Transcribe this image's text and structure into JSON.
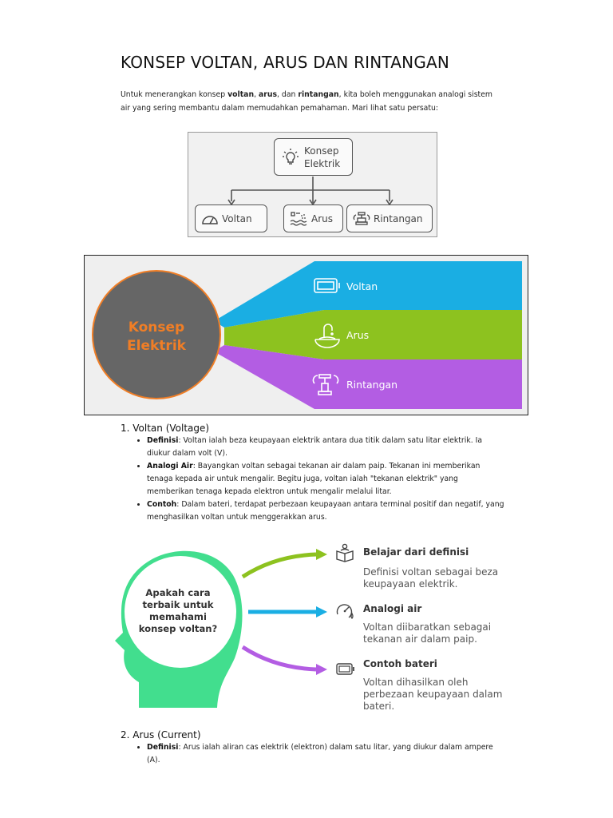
{
  "page": {
    "title": "KONSEP VOLTAN, ARUS DAN RINTANGAN",
    "intro": {
      "t1": "Untuk menerangkan konsep ",
      "b1": "voltan",
      "t2": ", ",
      "b2": "arus",
      "t3": ", dan ",
      "b3": "rintangan",
      "t4": ", kita boleh menggunakan analogi sistem air yang sering membantu dalam memudahkan pemahaman. Mari lihat satu persatu:"
    }
  },
  "diagram1": {
    "root": {
      "line1": "Konsep",
      "line2": "Elektrik",
      "icon": "lightbulb-icon"
    },
    "children": [
      {
        "label": "Voltan",
        "icon": "gauge-icon"
      },
      {
        "label": "Arus",
        "icon": "water-flow-icon"
      },
      {
        "label": "Rintangan",
        "icon": "valve-icon"
      }
    ]
  },
  "diagram2": {
    "center": {
      "line1": "Konsep",
      "line2": "Elektrik"
    },
    "branches": [
      {
        "label": "Voltan",
        "color": "#1aaee3",
        "icon": "battery-icon"
      },
      {
        "label": "Arus",
        "color": "#8dc21f",
        "icon": "faucet-icon"
      },
      {
        "label": "Rintangan",
        "color": "#b35de3",
        "icon": "valve-icon"
      }
    ],
    "circle_color": "#666666",
    "circle_border": "#f07e26"
  },
  "section1": {
    "heading": "1. Voltan (Voltage)",
    "bullets": [
      {
        "term": "Definisi",
        "text": ": Voltan ialah beza keupayaan elektrik antara dua titik dalam satu litar elektrik. Ia diukur dalam volt (V)."
      },
      {
        "term": "Analogi Air",
        "text": ": Bayangkan voltan sebagai tekanan air dalam paip. Tekanan ini memberikan tenaga kepada air untuk mengalir. Begitu juga, voltan ialah \"tekanan elektrik\" yang memberikan tenaga kepada elektron untuk mengalir melalui litar."
      },
      {
        "term": "Contoh",
        "text": ": Dalam bateri, terdapat perbezaan keupayaan antara terminal positif dan negatif, yang menghasilkan voltan untuk menggerakkan arus."
      }
    ]
  },
  "diagram3": {
    "question": "Apakah cara terbaik untuk memahami konsep voltan?",
    "head_color": "#42de8e",
    "items": [
      {
        "title": "Belajar dari definisi",
        "desc": "Definisi voltan sebagai beza keupayaan elektrik.",
        "icon": "book-reader-icon",
        "arrow_color": "#8dc21f"
      },
      {
        "title": "Analogi air",
        "desc": "Voltan diibaratkan sebagai tekanan air dalam paip.",
        "icon": "pressure-gauge-icon",
        "arrow_color": "#1aaee3"
      },
      {
        "title": "Contoh bateri",
        "desc": "Voltan dihasilkan oleh perbezaan keupayaan dalam bateri.",
        "icon": "battery-icon",
        "arrow_color": "#b35de3"
      }
    ]
  },
  "section2": {
    "heading": "2. Arus (Current)",
    "bullets": [
      {
        "term": "Definisi",
        "text": ": Arus ialah aliran cas elektrik (elektron) dalam satu litar, yang diukur dalam ampere (A)."
      }
    ]
  }
}
